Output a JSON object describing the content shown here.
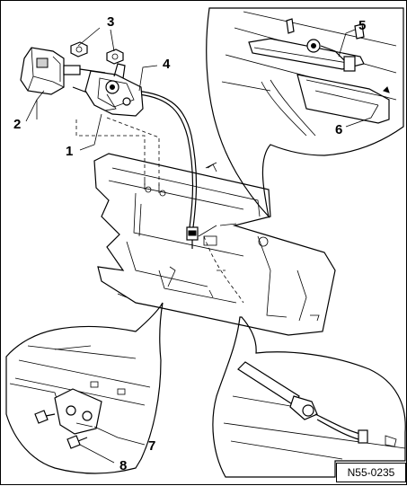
{
  "callouts": {
    "c1": "1",
    "c2": "2",
    "c3": "3",
    "c4": "4",
    "c5": "5",
    "c6": "6",
    "c7": "7",
    "c8": "8"
  },
  "reference_code": "N55-0235",
  "colors": {
    "line": "#000000",
    "background": "#ffffff"
  }
}
